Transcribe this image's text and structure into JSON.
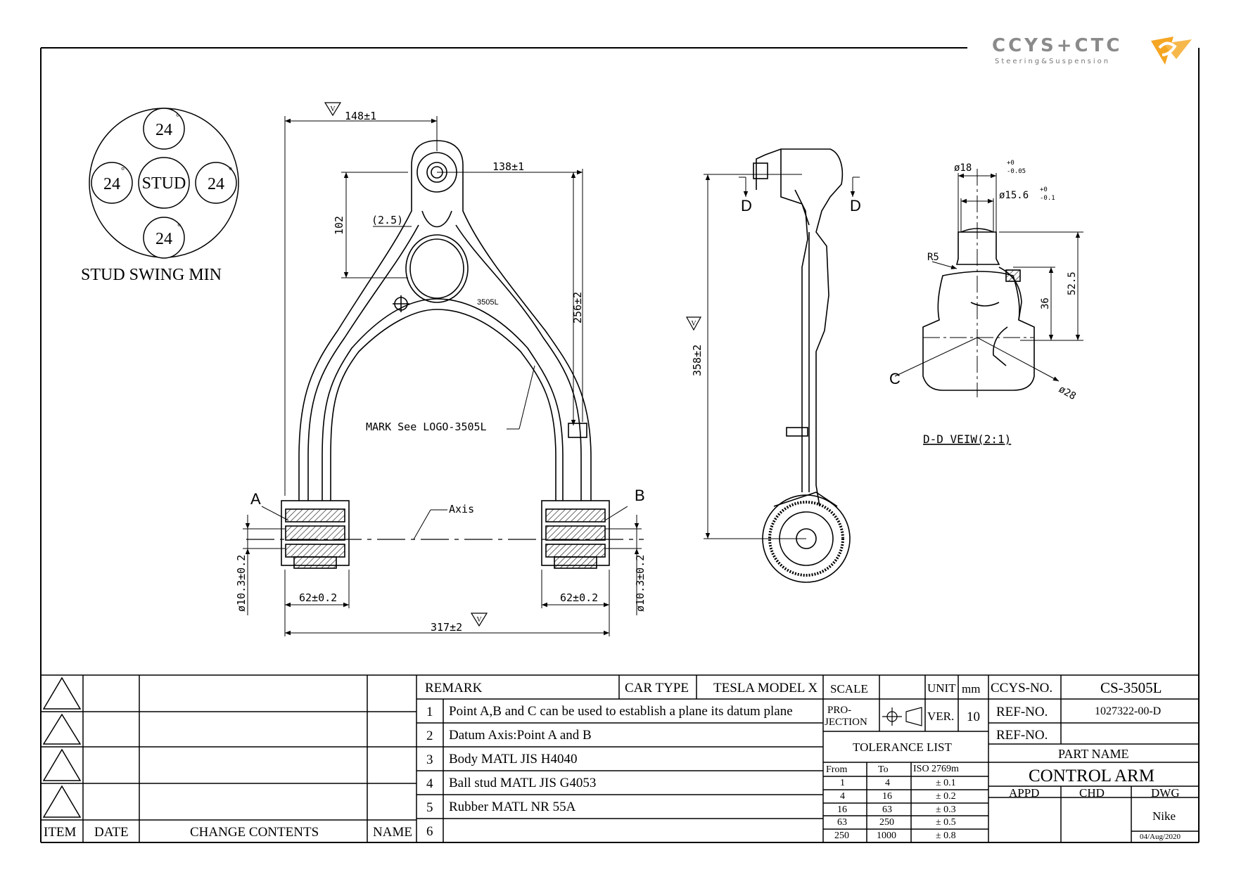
{
  "logo": {
    "main": "CCYS+CTC",
    "sub": "Steering&Suspension",
    "accent": "#f5a623"
  },
  "stud_swing": {
    "center": "STUD",
    "value": "24",
    "deg": "°",
    "caption": "STUD SWING MIN"
  },
  "dims": {
    "d148": "148±1",
    "d138": "138±1",
    "d102": "102",
    "d25": "(2.5)",
    "d256": "256±2",
    "part_mark": "3505L",
    "mark_note": "MARK See LOGO-3505L",
    "axis": "Axis",
    "pt_a": "A",
    "pt_b": "B",
    "pt_c": "C",
    "pt_d": "D",
    "d103": "ø10.3±0.2",
    "d62": "62±0.2",
    "d317": "317±2",
    "d358": "358±2",
    "d18": "ø18",
    "d18_tol_up": "+0",
    "d18_tol_dn": "-0.05",
    "d156": "ø15.6",
    "d156_tol_up": "+0",
    "d156_tol_dn": "-0.1",
    "r5": "R5",
    "d36": "36",
    "d525": "52.5",
    "d28": "ø28",
    "view": "D-D VEIW(2:1)",
    "datum": "V"
  },
  "title_block": {
    "revision_headers": {
      "item": "ITEM",
      "date": "DATE",
      "change": "CHANGE CONTENTS",
      "name": "NAME"
    },
    "remark_label": "REMARK",
    "car_type_label": "CAR TYPE",
    "car_type": "TESLA MODEL X",
    "remarks": [
      {
        "no": "1",
        "text": "Point A,B and C can be used to establish a plane its datum plane"
      },
      {
        "no": "2",
        "text": "Datum Axis:Point A and B"
      },
      {
        "no": "3",
        "text": "Body MATL JIS H4040"
      },
      {
        "no": "4",
        "text": "Ball stud MATL JIS G4053"
      },
      {
        "no": "5",
        "text": "Rubber MATL NR 55A"
      },
      {
        "no": "6",
        "text": ""
      }
    ],
    "scale_label": "SCALE",
    "unit_label": "UNIT",
    "unit": "mm",
    "projection_label_1": "PRO-",
    "projection_label_2": "JECTION",
    "ver_label": "VER.",
    "ver": "10",
    "tolerance_title": "TOLERANCE LIST",
    "tol_headers": {
      "from": "From",
      "to": "To",
      "std": "ISO 2769m"
    },
    "tolerances": [
      {
        "from": "1",
        "to": "4",
        "tol": "± 0.1"
      },
      {
        "from": "4",
        "to": "16",
        "tol": "± 0.2"
      },
      {
        "from": "16",
        "to": "63",
        "tol": "± 0.3"
      },
      {
        "from": "63",
        "to": "250",
        "tol": "± 0.5"
      },
      {
        "from": "250",
        "to": "1000",
        "tol": "± 0.8"
      }
    ],
    "ccys_no_label": "CCYS-NO.",
    "ccys_no": "CS-3505L",
    "ref_no_label": "REF-NO.",
    "ref_no": "1027322-00-D",
    "ref_no2_label": "REF-NO.",
    "part_name_label": "PART NAME",
    "part_name": "CONTROL ARM",
    "appd_label": "APPD",
    "chd_label": "CHD",
    "dwg_label": "DWG",
    "drawn_by": "Nike",
    "drawn_date": "04/Aug/2020"
  }
}
